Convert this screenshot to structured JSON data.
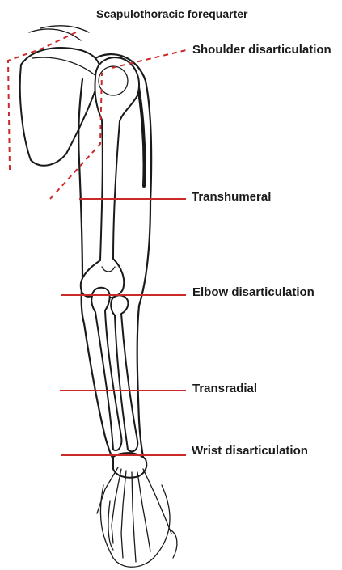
{
  "title": "Scapulothoracic forequarter",
  "levels": [
    {
      "key": "shoulder",
      "label": "Shoulder disarticulation"
    },
    {
      "key": "transhumeral",
      "label": "Transhumeral"
    },
    {
      "key": "elbow",
      "label": "Elbow  disarticulation"
    },
    {
      "key": "transradial",
      "label": "Transradial"
    },
    {
      "key": "wrist",
      "label": "Wrist  disarticulation"
    }
  ],
  "colors": {
    "amputation_line": "#cc2a2a",
    "outline": "#1a1a1a",
    "background": "#ffffff"
  }
}
